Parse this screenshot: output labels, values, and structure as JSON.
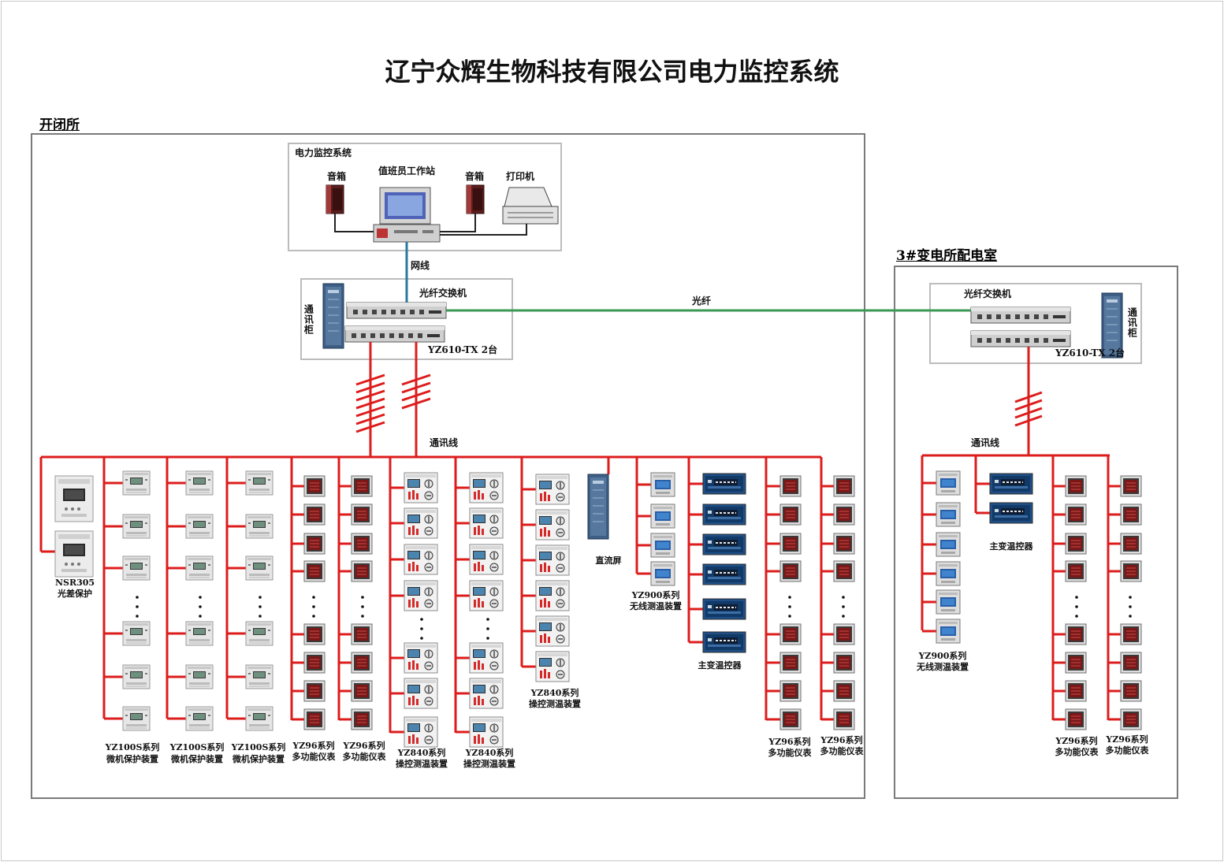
{
  "title": "辽宁众辉生物科技有限公司电力监控系统",
  "sections": {
    "main": "开闭所",
    "sub": "3#变电所配电室"
  },
  "control": {
    "group_label": "电力监控系统",
    "workstation": "值班员工作站",
    "speaker_left": "音箱",
    "speaker_right": "音箱",
    "printer": "打印机"
  },
  "network": {
    "net_line": "网线",
    "fiber": "光纤",
    "switch_label_main": "光纤交换机",
    "switch_model_main": "YZ610-TX  2台",
    "switch_label_sub": "光纤交换机",
    "switch_model_sub": "YZ610-TX  2台",
    "comm_cabinet_main": "通讯柜",
    "comm_cabinet_sub": "通讯柜",
    "comm_line_main": "通讯线",
    "comm_line_sub": "通讯线"
  },
  "devices_main": {
    "nsr305_l1": "NSR305",
    "nsr305_l2": "光差保护",
    "yz100s_l1": "YZ100S系列",
    "yz100s_l2": "微机保护装置",
    "yz96_l1": "YZ96系列",
    "yz96_l2": "多功能仪表",
    "yz840_l1": "YZ840系列",
    "yz840_l2": "操控测温装置",
    "dc_panel": "直流屏",
    "yz900_l1": "YZ900系列",
    "yz900_l2": "无线测温装置",
    "temp_ctrl": "主变温控器"
  },
  "devices_sub": {
    "yz900_l1": "YZ900系列",
    "yz900_l2": "无线测温装置",
    "temp_ctrl": "主变温控器",
    "yz96_l1": "YZ96系列",
    "yz96_l2": "多功能仪表"
  },
  "colors": {
    "bus_red": "#dd1c1c",
    "fiber_green": "#3a9a55",
    "net_blue": "#2a7aa0",
    "border_gray": "#7a7a7a",
    "box_gray": "#b8b8b8"
  }
}
